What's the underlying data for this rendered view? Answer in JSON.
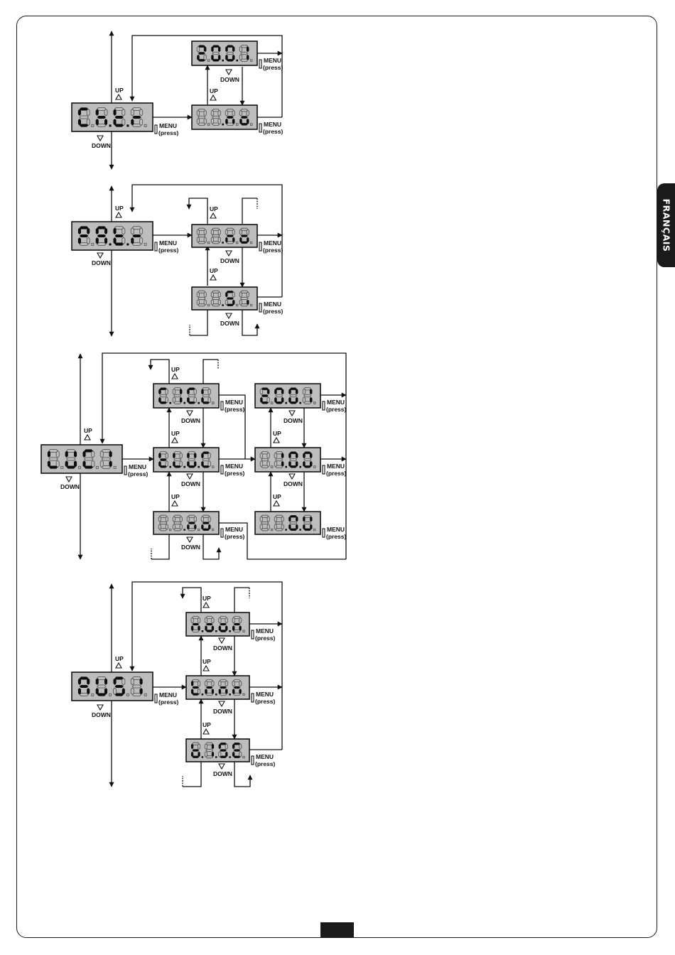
{
  "side_tab": {
    "label": "FRANÇAIS"
  },
  "labels": {
    "up": "UP",
    "down": "DOWN",
    "menu": "MENU",
    "press": "(press)"
  },
  "diagram": {
    "sections": [
      {
        "id": "chatr",
        "main": "Ch.t.r",
        "items": [
          "20.0.1",
          "..no"
        ]
      },
      {
        "id": "patr",
        "main": "PA.t.r",
        "items": [
          "..no",
          "..Si"
        ]
      },
      {
        "id": "luci",
        "main": "LUCI",
        "items": [
          "C.I.C.L",
          "t.L.U.C",
          "..no"
        ],
        "sub_items": [
          "20.0.1",
          "1.0.0",
          "..0.U"
        ]
      },
      {
        "id": "ausi",
        "main": "AUSI",
        "items": [
          "n.o.o.n",
          "t.n.n.n",
          "b.I.S.E"
        ]
      }
    ]
  },
  "colors": {
    "display": "#bdbdbd",
    "ink": "#111111",
    "tab": "#1a1a1a"
  }
}
